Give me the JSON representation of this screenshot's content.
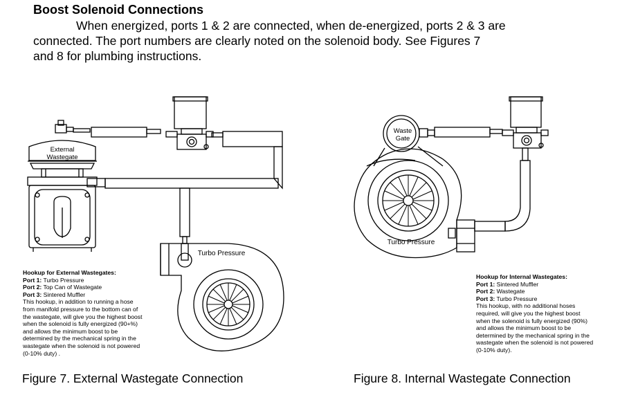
{
  "header": {
    "title": "Boost Solenoid Connections",
    "intro_line1": "When energized, ports 1 & 2 are connected, when de-energized, ports 2 & 3 are",
    "intro_line2": "connected. The port numbers are clearly noted on the solenoid body.  See Figures 7",
    "intro_line3": "and 8 for plumbing instructions."
  },
  "figure7": {
    "wastegate_label_line1": "External",
    "wastegate_label_line2": "Wastegate",
    "turbo_label": "Turbo Pressure",
    "caption": "Figure 7. External Wastegate Connection",
    "note": {
      "heading": "Hookup for External Wastegates:",
      "port1_label": "Port 1:",
      "port1_value": "Turbo Pressure",
      "port2_label": "Port 2:",
      "port2_value": "Top Can of Wastegate",
      "port3_label": "Port 3:",
      "port3_value": "Sintered Muffler",
      "body": [
        "This hookup, in addition to running a hose",
        "from manifold pressure to the bottom can of",
        "the wastegate, will give you the highest boost",
        "when the solenoid is fully energized (90+%)",
        "and allows the minimum boost to be",
        "determined by the mechanical spring in the",
        "wastegate when the solenoid is not powered",
        "(0-10% duty) ."
      ]
    }
  },
  "figure8": {
    "wastegate_label_line1": "Waste",
    "wastegate_label_line2": "Gate",
    "turbo_label": "Turbo Pressure",
    "caption": "Figure 8. Internal Wastegate Connection",
    "note": {
      "heading": "Hookup for Internal Wastegates:",
      "port1_label": "Port 1:",
      "port1_value": "Sintered Muffler",
      "port2_label": "Port 2:",
      "port2_value": "Wastegate",
      "port3_label": "Port 3:",
      "port3_value": "Turbo Pressure",
      "body": [
        "This hookup, with no additional hoses",
        "required, will give you the highest boost",
        "when the solenoid is fully energized (90%)",
        "and allows the minimum boost to be",
        "determined by the mechanical spring in the",
        "wastegate when the solenoid is not powered",
        "(0-10% duty)."
      ]
    }
  }
}
